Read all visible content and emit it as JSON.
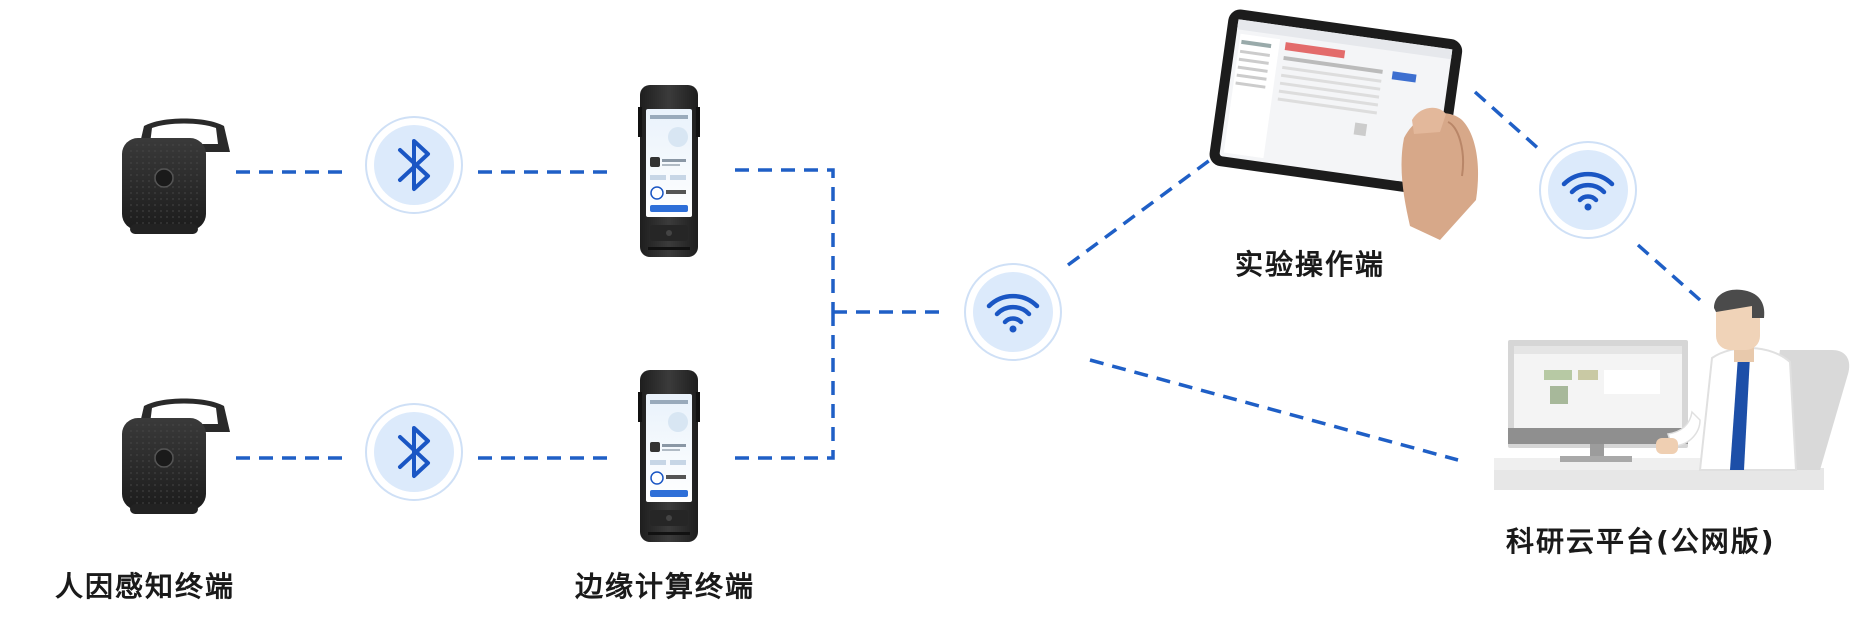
{
  "labels": {
    "sensing_terminal": "人因感知终端",
    "edge_terminal": "边缘计算终端",
    "operation_terminal": "实验操作端",
    "cloud_platform": "科研云平台(公网版)"
  },
  "icons": {
    "bluetooth_top": "bluetooth-icon",
    "bluetooth_bottom": "bluetooth-icon",
    "wifi_center": "wifi-icon",
    "wifi_right": "wifi-icon"
  },
  "colors": {
    "link": "#1f5fc6",
    "badge_fill": "#dceafb",
    "badge_ring": "#c9dcf5",
    "icon": "#1a56c4",
    "device_body": "#2b2b2b"
  }
}
